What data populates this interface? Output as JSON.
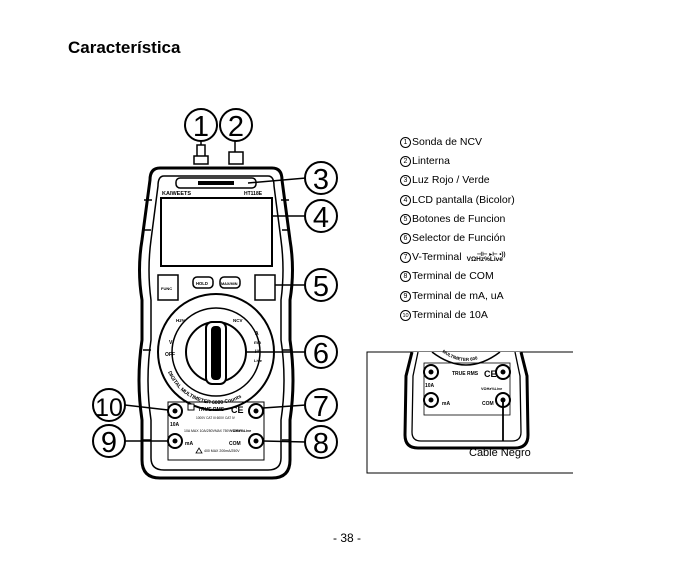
{
  "page_title": "Característica",
  "legend": [
    {
      "num": "1",
      "label": "Sonda de NCV"
    },
    {
      "num": "2",
      "label": "Linterna"
    },
    {
      "num": "3",
      "label": "Luz Rojo / Verde"
    },
    {
      "num": "4",
      "label": "LCD pantalla (Bicolor)"
    },
    {
      "num": "5",
      "label": "Botones de Funcion"
    },
    {
      "num": "6",
      "label": "Selector de Función"
    },
    {
      "num": "7",
      "label": "V-Terminal",
      "sub": "VΩHz%Live",
      "sym": "⊣⊢ ▸⊢ •))"
    },
    {
      "num": "8",
      "label": "Terminal de COM"
    },
    {
      "num": "9",
      "label": "Terminal de mA, uA"
    },
    {
      "num": "10",
      "label": "Terminal de 10A"
    }
  ],
  "callouts": [
    "1",
    "2",
    "3",
    "4",
    "5",
    "6",
    "7",
    "8",
    "9",
    "10"
  ],
  "device": {
    "brand": "KAIWEETS",
    "model": "HT118E",
    "hold": "HOLD",
    "maxmin": "MAX/MIN",
    "func": "FUNC",
    "arc_text": "DIGITAL MULTIMETER 6000 Counts",
    "true_rms": "TRUE RMS",
    "ce": "CE",
    "cat": "1000V CAT III  600V CAT IV",
    "jack_10a": "10A",
    "jack_ma": "mA",
    "jack_com": "COM",
    "jack_v": "VΩHz%Live",
    "fuse_10a": "10A MAX 10A/250V",
    "fuse_ma": "400 MAX 200mA/250V",
    "max_v": "MAX 750V~ 1000V⎓",
    "dial_off": "OFF",
    "dial_v": "V",
    "dial_hz": "Hz%",
    "dial_ncv": "NCV",
    "dial_a": "A",
    "dial_ma": "mA",
    "dial_ua": "μA",
    "dial_live": "Live"
  },
  "inset": {
    "caption": "Cable Negro",
    "arc_text": "MULTIMETER 600",
    "true_rms": "TRUE RMS",
    "ce": "CE",
    "jack_10a": "10A",
    "jack_ma": "mA",
    "jack_com": "COM",
    "jack_v": "VΩHz%Live"
  },
  "page_number": "- 38 -"
}
